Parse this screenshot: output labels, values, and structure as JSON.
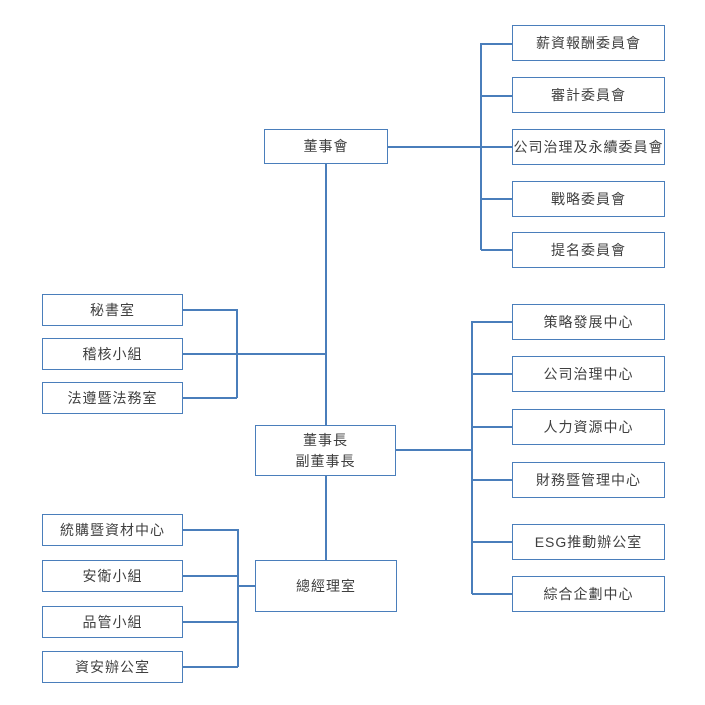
{
  "colors": {
    "line": "#4a7ebb",
    "text": "#3f3f3f",
    "background": "#ffffff"
  },
  "org": {
    "board": {
      "label": "董事會"
    },
    "board_committees": [
      {
        "label": "薪資報酬委員會"
      },
      {
        "label": "審計委員會"
      },
      {
        "label": "公司治理及永續委員會"
      },
      {
        "label": "戰略委員會"
      },
      {
        "label": "提名委員會"
      }
    ],
    "staff_offices": [
      {
        "label": "秘書室"
      },
      {
        "label": "稽核小組"
      },
      {
        "label": "法遵暨法務室"
      }
    ],
    "chairman": {
      "line1": "董事長",
      "line2": "副董事長"
    },
    "executive_centers": [
      {
        "label": "策略發展中心"
      },
      {
        "label": "公司治理中心"
      },
      {
        "label": "人力資源中心"
      },
      {
        "label": "財務暨管理中心"
      },
      {
        "label": "ESG推動辦公室"
      },
      {
        "label": "綜合企劃中心"
      }
    ],
    "general_manager_office": {
      "label": "總經理室"
    },
    "gm_units": [
      {
        "label": "統購暨資材中心"
      },
      {
        "label": "安衛小組"
      },
      {
        "label": "品管小組"
      },
      {
        "label": "資安辦公室"
      }
    ]
  }
}
